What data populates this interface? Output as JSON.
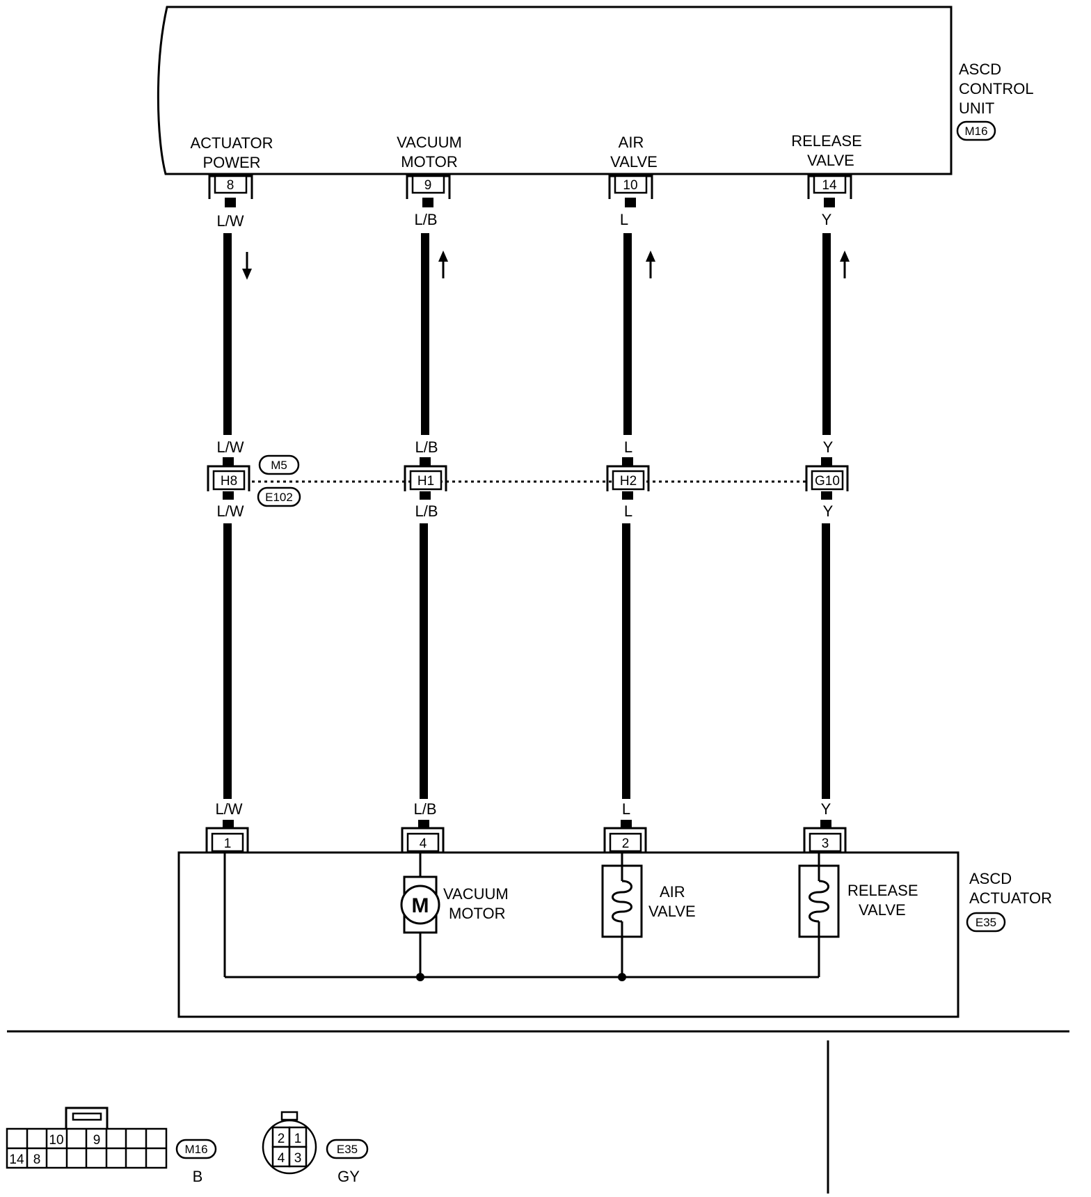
{
  "control_unit": {
    "name_lines": [
      "ASCD",
      "CONTROL",
      "UNIT"
    ],
    "connector": "M16"
  },
  "actuator": {
    "name_lines": [
      "ASCD",
      "ACTUATOR"
    ],
    "connector": "E35"
  },
  "junction": {
    "connector_top": "M5",
    "connector_bottom": "E102"
  },
  "circuits": [
    {
      "id": "actuator-power",
      "unit_label": [
        "ACTUATOR",
        "POWER"
      ],
      "unit_pin": "8",
      "wire_color_top": "L/W",
      "junction_color_in": "L/W",
      "junction_pin": "H8",
      "junction_color_out": "L/W",
      "wire_color_bottom": "L/W",
      "actuator_pin": "1",
      "flow": "down"
    },
    {
      "id": "vacuum-motor",
      "unit_label": [
        "VACUUM",
        "MOTOR"
      ],
      "unit_pin": "9",
      "wire_color_top": "L/B",
      "junction_color_in": "L/B",
      "junction_pin": "H1",
      "junction_color_out": "L/B",
      "wire_color_bottom": "L/B",
      "actuator_pin": "4",
      "flow": "up"
    },
    {
      "id": "air-valve",
      "unit_label": [
        "AIR",
        "VALVE"
      ],
      "unit_pin": "10",
      "wire_color_top": "L",
      "junction_color_in": "L",
      "junction_pin": "H2",
      "junction_color_out": "L",
      "wire_color_bottom": "L",
      "actuator_pin": "2",
      "flow": "up"
    },
    {
      "id": "release-valve",
      "unit_label": [
        "RELEASE",
        "VALVE"
      ],
      "unit_pin": "14",
      "wire_color_top": "Y",
      "junction_color_in": "Y",
      "junction_pin": "G10",
      "junction_color_out": "Y",
      "wire_color_bottom": "Y",
      "actuator_pin": "3",
      "flow": "up"
    }
  ],
  "components": {
    "vacuum_motor": {
      "symbol": "M",
      "label_lines": [
        "VACUUM",
        "MOTOR"
      ]
    },
    "air_valve": {
      "label_lines": [
        "AIR",
        "VALVE"
      ]
    },
    "release_valve": {
      "label_lines": [
        "RELEASE",
        "VALVE"
      ]
    }
  },
  "connector_views": {
    "m16": {
      "code": "M16",
      "color": "B",
      "pin_labels": [
        "10",
        "9",
        "14",
        "8"
      ]
    },
    "e35": {
      "code": "E35",
      "color": "GY",
      "pin_labels": [
        "2",
        "1",
        "4",
        "3"
      ]
    }
  }
}
